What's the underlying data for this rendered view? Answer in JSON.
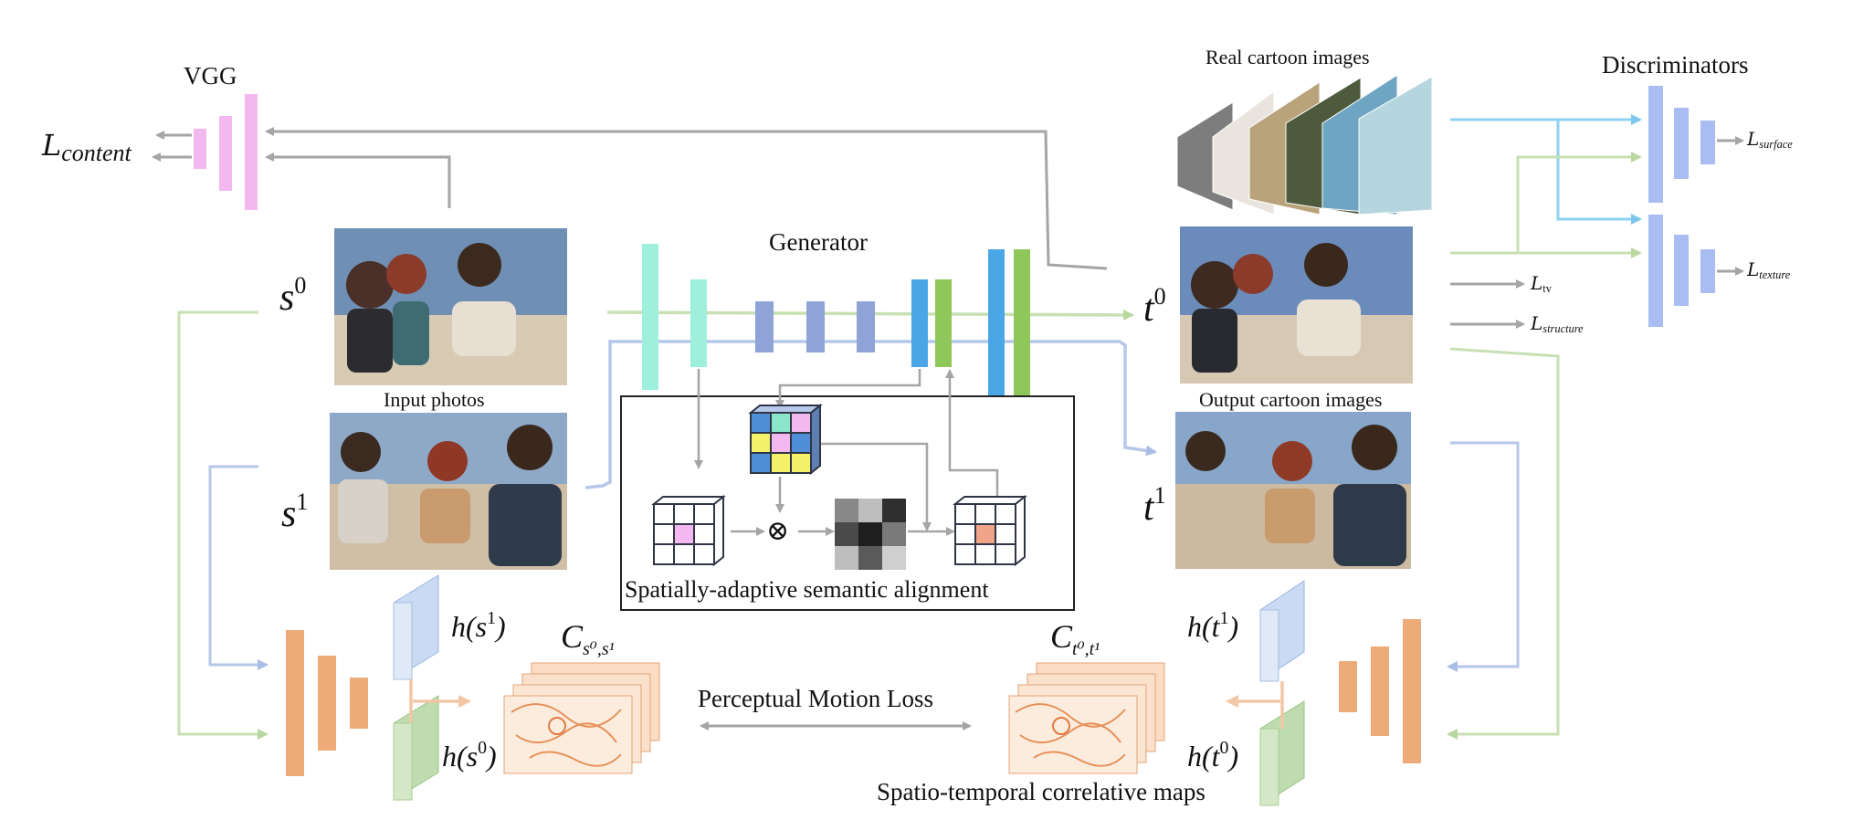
{
  "labels": {
    "vgg": "VGG",
    "loss_content_main": "L",
    "loss_content_sub": "content",
    "real_cartoon": "Real cartoon images",
    "discriminators": "Discriminators",
    "loss_surface_sub": "surface",
    "loss_texture_sub": "texture",
    "loss_tv_sub": "tv",
    "loss_structure_sub": "structure",
    "loss_L": "L",
    "generator": "Generator",
    "input_photos": "Input photos",
    "output_cartoon": "Output cartoon images",
    "alignment": "Spatially-adaptive semantic alignment",
    "motion_loss": "Perceptual Motion Loss",
    "st_maps": "Spatio-temporal correlative maps",
    "s": "s",
    "t": "t",
    "sup0": "0",
    "sup1": "1",
    "h": "h",
    "C": "C",
    "c_src_sub": "s⁰,s¹",
    "c_tgt_sub": "t⁰,t¹",
    "otimes": "⊗"
  },
  "colors": {
    "vgg": "#f3b8f0",
    "generator_cyan": "#9ef0dc",
    "generator_indigo": "#8fa3d6",
    "generator_blue": "#4aa6e6",
    "generator_green": "#8fc75a",
    "discriminator": "#a9bdf3",
    "encoder": "#eeab7a",
    "arrow_gray": "#a5a5a5",
    "line_green": "#c8e0b3",
    "line_blue": "#b6c7e8",
    "line_cyan": "#8ed2f0",
    "line_peach": "#f2c7a6"
  }
}
